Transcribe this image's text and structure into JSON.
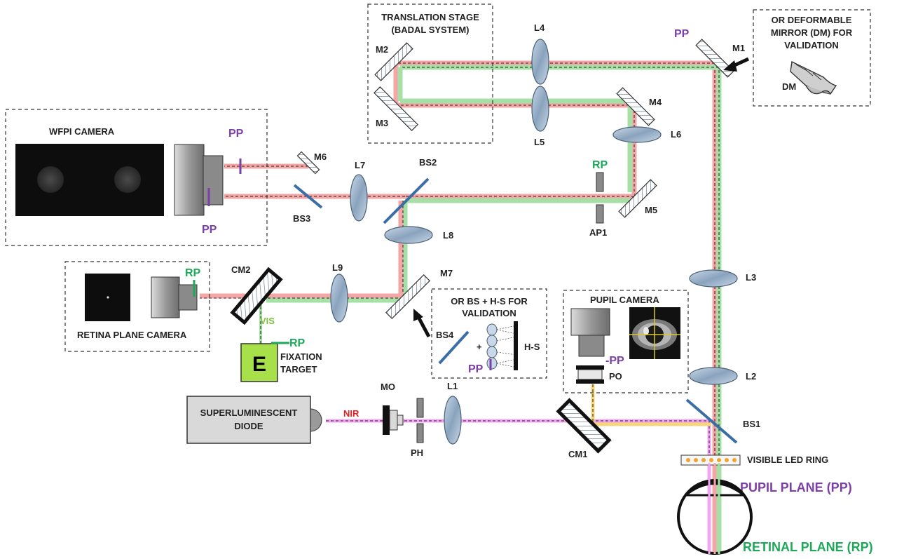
{
  "labels": {
    "translation_stage": [
      "TRANSLATION STAGE",
      "(BADAL SYSTEM)"
    ],
    "dm_box": [
      "OR DEFORMABLE",
      "MIRROR  (DM) FOR",
      "VALIDATION"
    ],
    "dm": "DM",
    "wfpi_camera": "WFPI CAMERA",
    "retina_camera": "RETINA  PLANE  CAMERA",
    "pupil_camera": "PUPIL  CAMERA",
    "bs_hs_box": [
      "OR BS  + H-S FOR",
      "VALIDATION"
    ],
    "hs": "H-S",
    "fixation_letter": "E",
    "fixation_target": [
      "FIXATION",
      "TARGET"
    ],
    "sld": [
      "SUPERLUMINESCENT",
      "DIODE"
    ],
    "nir": "NIR",
    "vis": "VIS",
    "led_ring": "VISIBLE LED RING",
    "pupil_plane": "PUPIL PLANE (PP)",
    "retinal_plane": "RETINAL PLANE (RP)",
    "pp": "PP",
    "pp_minus": "-PP",
    "rp": "RP",
    "plus": "+",
    "components": {
      "m1": "M1",
      "m2": "M2",
      "m3": "M3",
      "m4": "M4",
      "m5": "M5",
      "m6": "M6",
      "m7": "M7",
      "l1": "L1",
      "l2": "L2",
      "l3": "L3",
      "l4": "L4",
      "l5": "L5",
      "l6": "L6",
      "l7": "L7",
      "l8": "L8",
      "l9": "L9",
      "bs1": "BS1",
      "bs2": "BS2",
      "bs3": "BS3",
      "bs4": "BS4",
      "cm1": "CM1",
      "cm2": "CM2",
      "ap1": "AP1",
      "mo": "MO",
      "ph": "PH",
      "po": "PO"
    }
  },
  "colors": {
    "pp": "#7b3fa6",
    "rp": "#1ea85a",
    "nir": "#e02020",
    "vis": "#7cc142",
    "beam_red": "#f4a6a6",
    "beam_green": "#a6e0a6",
    "beam_magenta": "#f2a6f0",
    "beam_yellow": "#f7d67a",
    "fixation_fill": "#a8e04a",
    "led": "#f3a32a"
  }
}
